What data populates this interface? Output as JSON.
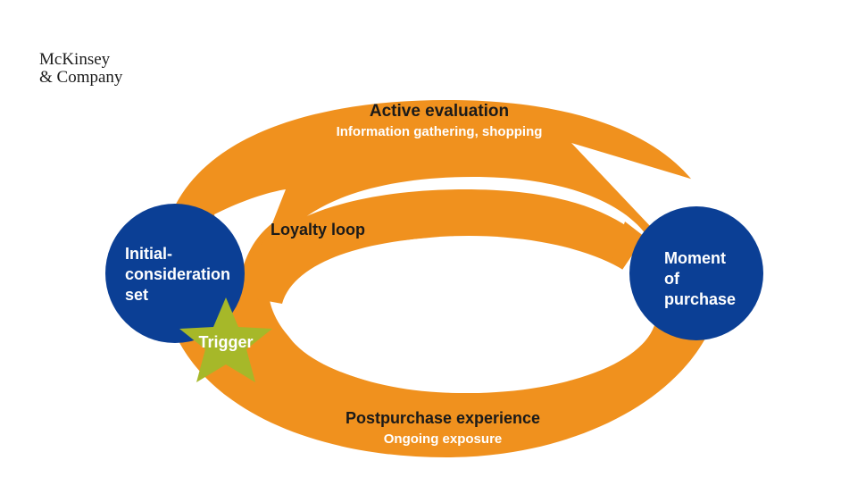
{
  "logo": {
    "line1": "McKinsey",
    "line2": "& Company"
  },
  "colors": {
    "orange": "#F0911E",
    "blue": "#0B3F95",
    "green": "#A6B829",
    "dark_text": "#1a1a1a",
    "white": "#ffffff"
  },
  "stages": {
    "active_evaluation": {
      "title": "Active evaluation",
      "subtitle": "Information gathering, shopping"
    },
    "loyalty_loop": {
      "title": "Loyalty loop"
    },
    "initial_consideration": {
      "line1": "Initial-",
      "line2": "consideration",
      "line3": "set"
    },
    "trigger": {
      "label": "Trigger"
    },
    "moment_of_purchase": {
      "line1": "Moment",
      "line2": "of",
      "line3": "purchase"
    },
    "postpurchase": {
      "title": "Postpurchase experience",
      "subtitle": "Ongoing exposure"
    }
  }
}
